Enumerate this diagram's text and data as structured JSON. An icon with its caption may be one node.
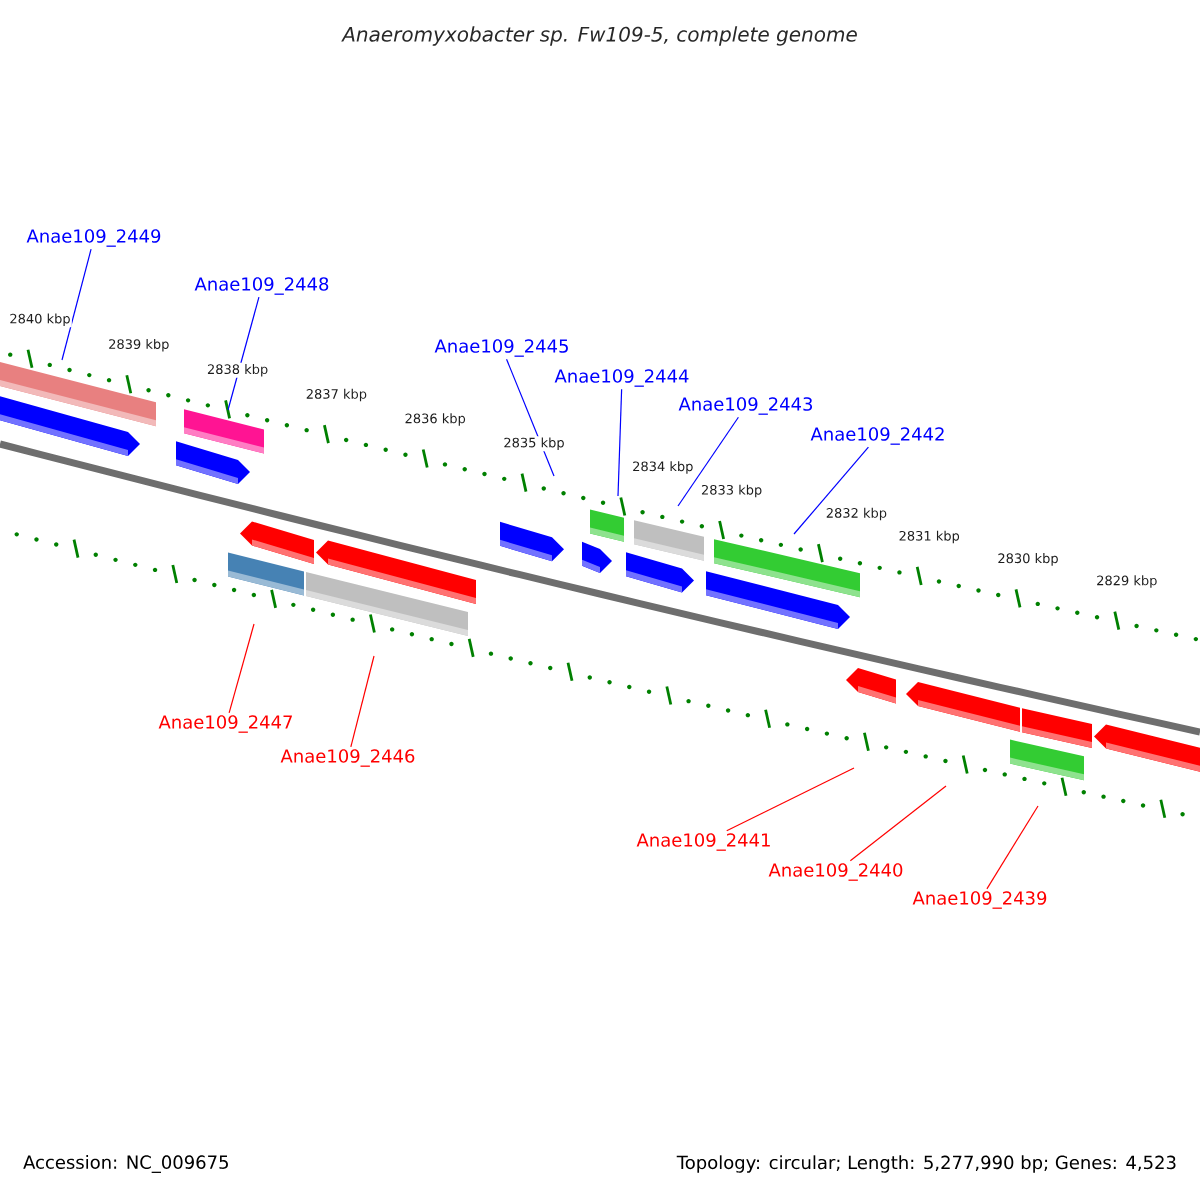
{
  "diagram": {
    "title": "Anaeromyxobacter sp. Fw109-5, complete genome",
    "nodes": [
      {
        "text": [
          "Anae109_2449"
        ]
      },
      {
        "text": [
          "Anae109_2448"
        ]
      },
      {
        "text": [
          "Anae109_2445"
        ]
      },
      {
        "text": [
          "Anae109_2444"
        ]
      },
      {
        "text": [
          "Anae109_2443"
        ]
      },
      {
        "text": [
          "Anae109_2442"
        ]
      },
      {
        "text": [
          "Anae109_2447"
        ]
      },
      {
        "text": [
          "Anae109_2446"
        ]
      },
      {
        "text": [
          "Anae109_2441"
        ]
      },
      {
        "text": [
          "Anae109_2440"
        ]
      },
      {
        "text": [
          "Anae109_2439"
        ]
      }
    ],
    "edges": [
      {
        "from": 0,
        "to": null,
        "arrow": "none"
      },
      {
        "from": 1,
        "to": null,
        "arrow": "none"
      },
      {
        "from": 2,
        "to": null,
        "arrow": "none"
      },
      {
        "from": 3,
        "to": null,
        "arrow": "none"
      },
      {
        "from": 4,
        "to": null,
        "arrow": "none"
      },
      {
        "from": 5,
        "to": null,
        "arrow": "none"
      },
      {
        "from": 6,
        "to": null,
        "arrow": "none",
        "color": "#ff0000"
      },
      {
        "from": 7,
        "to": null,
        "arrow": "none",
        "color": "#ff0000"
      },
      {
        "from": 8,
        "to": null,
        "arrow": "none",
        "color": "#ff0000"
      },
      {
        "from": 9,
        "to": null,
        "arrow": "none",
        "color": "#ff0000"
      },
      {
        "from": 10,
        "to": null,
        "arrow": "none",
        "color": "#ff0000"
      }
    ],
    "labels": [
      "2840 kbp",
      "2839 kbp",
      "2838 kbp",
      "2837 kbp",
      "2836 kbp",
      "2835 kbp",
      "2834 kbp",
      "2833 kbp",
      "2832 kbp",
      "2831 kbp",
      "2830 kbp",
      "2829 kbp",
      "Accession: NC_009675",
      "Topology: circular; Length: 5,277,990 bp; Genes: 4,523"
    ]
  }
}
